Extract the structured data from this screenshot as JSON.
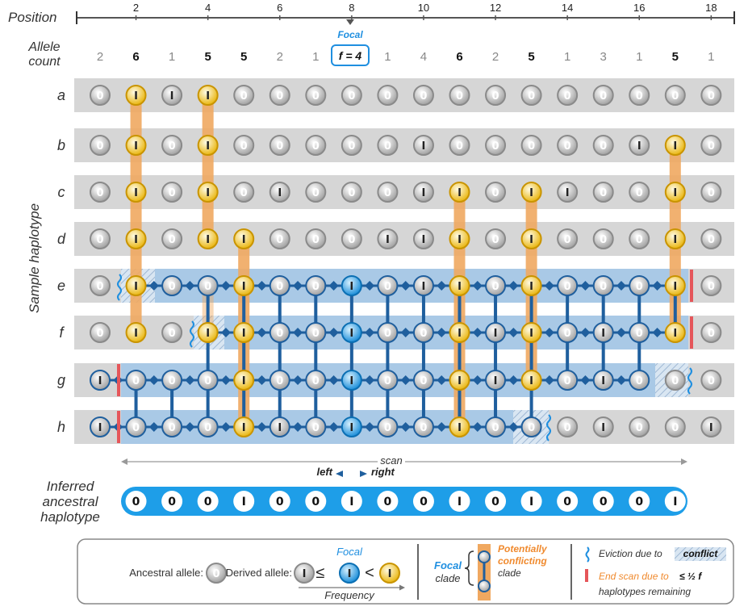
{
  "axis": {
    "title": "Position",
    "ticks": [
      "2",
      "4",
      "6",
      "8",
      "10",
      "12",
      "14",
      "16",
      "18"
    ]
  },
  "allele_count": {
    "label_line1": "Allele",
    "label_line2": "count",
    "focal_label": "Focal",
    "focal_text": "f = 4",
    "values": [
      "2",
      "6",
      "1",
      "5",
      "5",
      "2",
      "1",
      "",
      "1",
      "4",
      "6",
      "2",
      "5",
      "1",
      "3",
      "1",
      "5",
      "1"
    ],
    "bold": [
      false,
      true,
      false,
      true,
      true,
      false,
      false,
      true,
      false,
      false,
      true,
      false,
      true,
      false,
      false,
      false,
      true,
      false
    ]
  },
  "y_axis_label": "Sample haplotype",
  "rows": [
    {
      "name": "a",
      "alleles": [
        0,
        1,
        1,
        1,
        0,
        0,
        0,
        0,
        0,
        0,
        0,
        0,
        0,
        0,
        0,
        0,
        0,
        0
      ]
    },
    {
      "name": "b",
      "alleles": [
        0,
        1,
        0,
        1,
        0,
        0,
        0,
        0,
        0,
        1,
        0,
        0,
        0,
        0,
        0,
        1,
        1,
        0
      ]
    },
    {
      "name": "c",
      "alleles": [
        0,
        1,
        0,
        1,
        0,
        1,
        0,
        0,
        0,
        1,
        1,
        0,
        1,
        1,
        0,
        0,
        1,
        0
      ]
    },
    {
      "name": "d",
      "alleles": [
        0,
        1,
        0,
        1,
        1,
        0,
        0,
        0,
        1,
        1,
        1,
        0,
        1,
        0,
        0,
        0,
        1,
        0
      ]
    },
    {
      "name": "e",
      "alleles": [
        0,
        1,
        0,
        0,
        1,
        0,
        0,
        1,
        0,
        1,
        1,
        0,
        1,
        0,
        0,
        0,
        1,
        0
      ]
    },
    {
      "name": "f",
      "alleles": [
        0,
        1,
        0,
        1,
        1,
        0,
        0,
        1,
        0,
        0,
        1,
        1,
        1,
        0,
        1,
        0,
        1,
        0
      ]
    },
    {
      "name": "g",
      "alleles": [
        1,
        0,
        0,
        0,
        1,
        0,
        0,
        1,
        0,
        0,
        1,
        1,
        1,
        0,
        1,
        0,
        0,
        0
      ]
    },
    {
      "name": "h",
      "alleles": [
        1,
        0,
        0,
        0,
        1,
        1,
        0,
        1,
        0,
        0,
        1,
        0,
        0,
        0,
        1,
        0,
        0,
        1
      ]
    }
  ],
  "symbols": {
    "ancestral": "0",
    "derived": "I"
  },
  "scan": {
    "label": "scan",
    "left": "left",
    "right": "right"
  },
  "inferred": {
    "label_line1": "Inferred",
    "label_line2": "ancestral",
    "label_line3": "haplotype",
    "values": [
      "0",
      "0",
      "0",
      "I",
      "0",
      "0",
      "I",
      "0",
      "0",
      "I",
      "0",
      "I",
      "0",
      "0",
      "0",
      "I"
    ]
  },
  "legend": {
    "ancestral_label": "Ancestral allele:",
    "derived_label": "Derived allele:",
    "focal_label": "Focal",
    "frequency_label": "Frequency",
    "le": "≤",
    "lt": "<",
    "focal_clade_1": "Focal",
    "focal_clade_2": "clade",
    "potential_1": "Potentially",
    "potential_2": "conflicting",
    "potential_3": "clade",
    "eviction_text": "Eviction due to",
    "eviction_word": "conflict",
    "endscan_text": "End scan due to",
    "endscan_cond": "≤ ½ f",
    "endscan_line2": "haplotypes remaining"
  },
  "colors": {
    "row_bg": "#d6d6d6",
    "blue_band": "#a9c9e6",
    "blue_line": "#1f5f9e",
    "orange": "#f0a860",
    "gold": "#f5c518",
    "focal_blue": "#1e9ee8",
    "red_bar": "#e5565a"
  }
}
